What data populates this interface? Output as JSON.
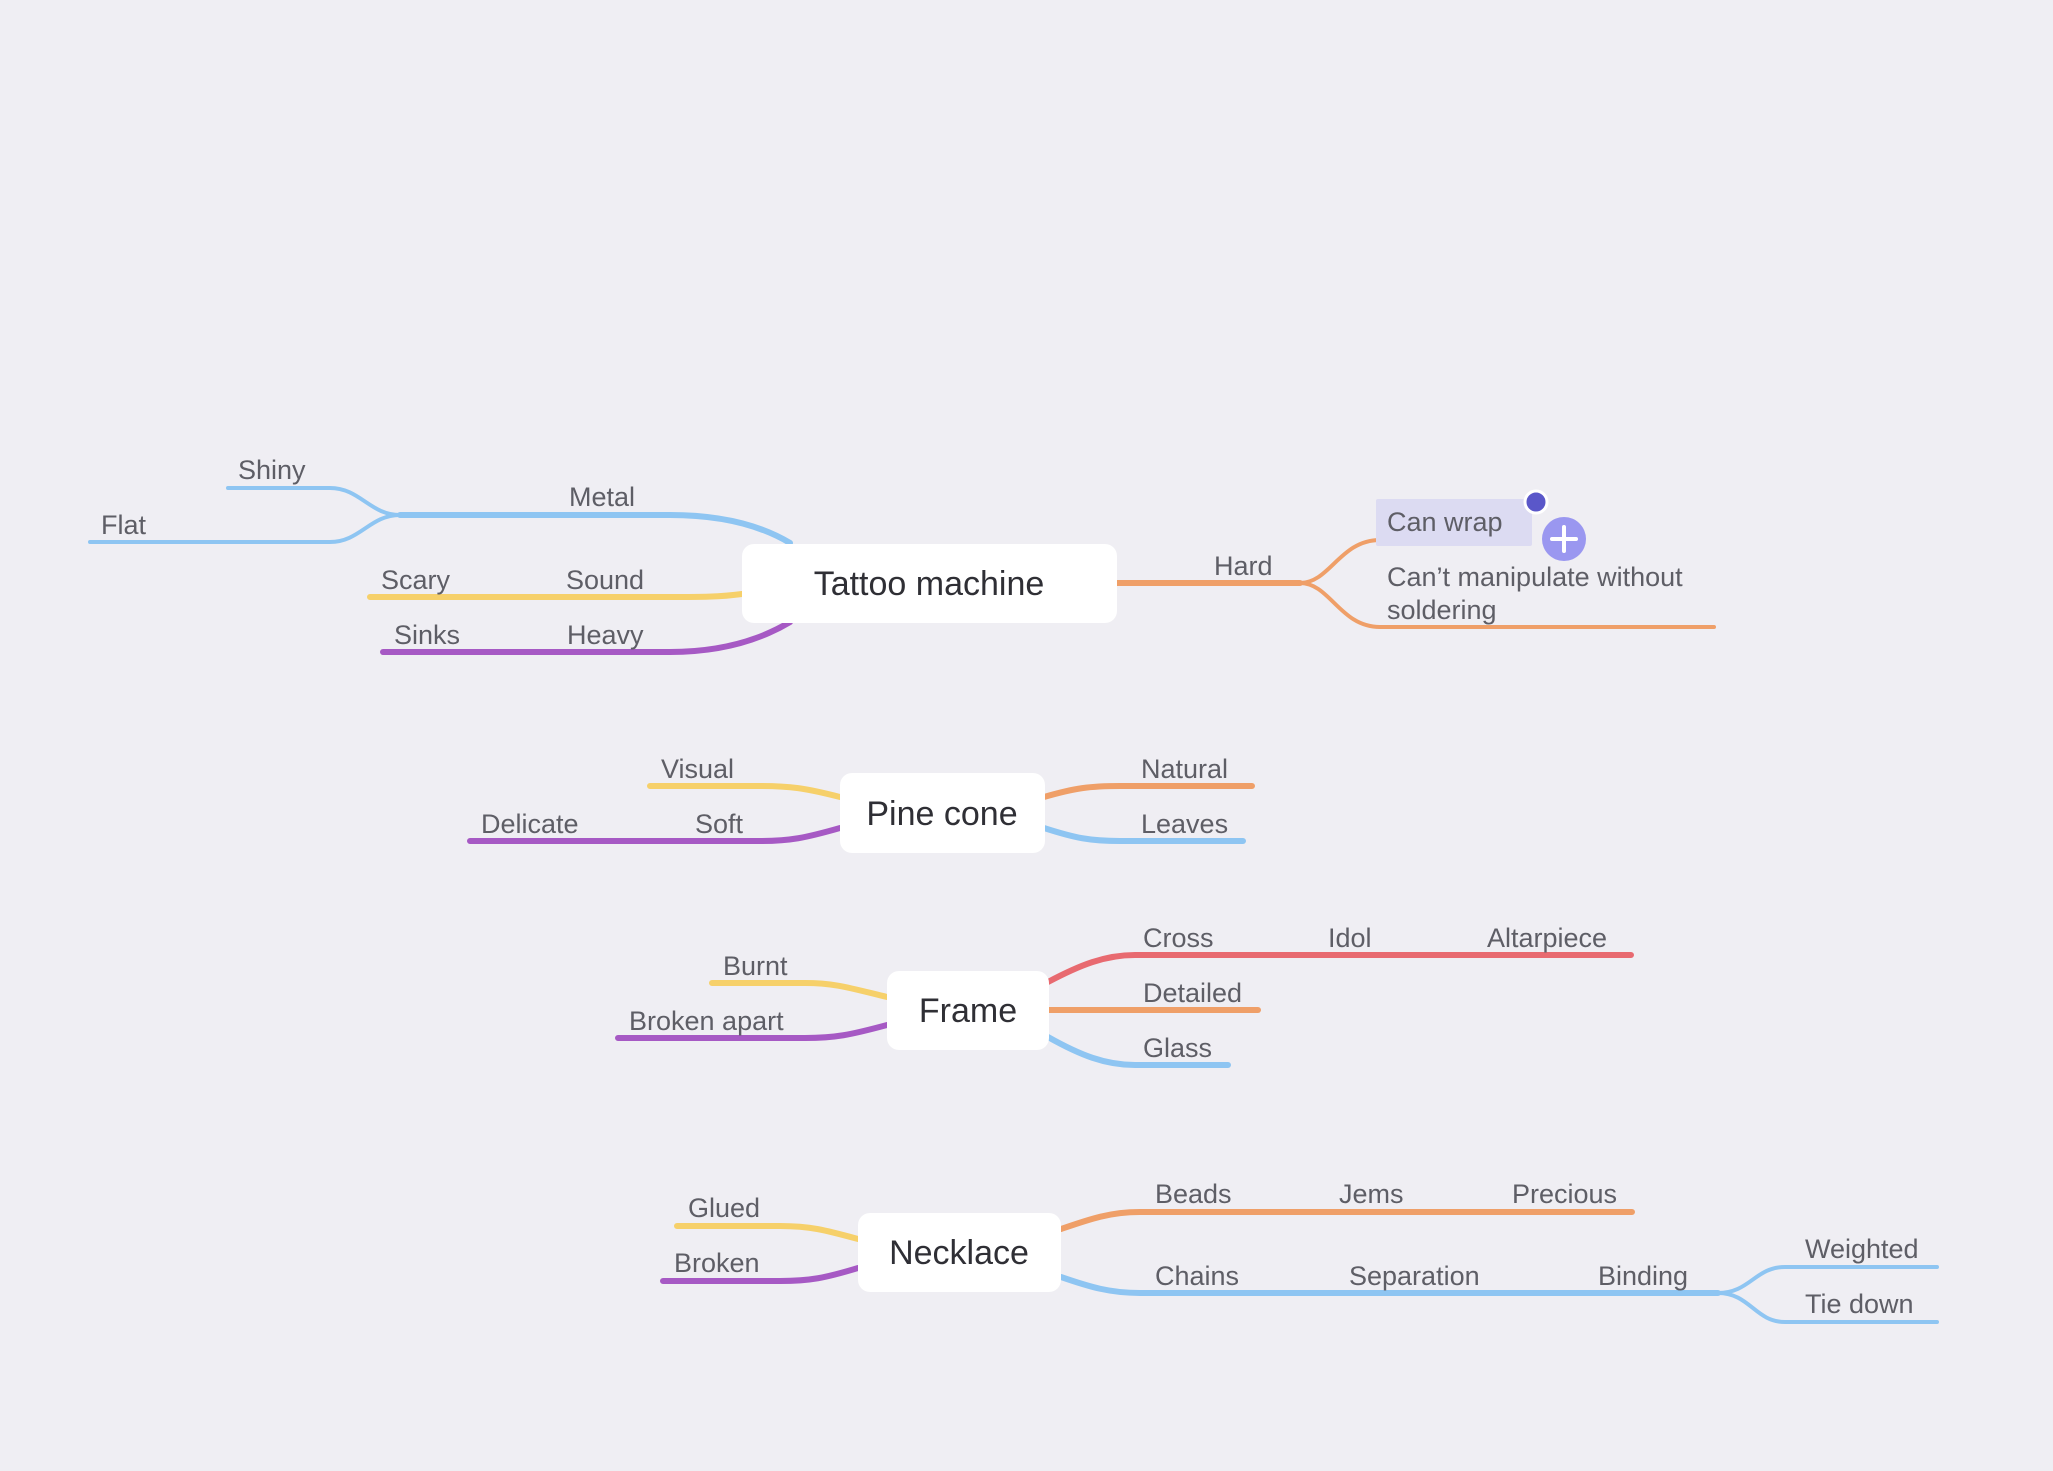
{
  "colors": {
    "background": "#efeef3",
    "blue": "#8ec5f2",
    "orange": "#ef9f68",
    "yellow": "#f6d06a",
    "purple": "#a659c4",
    "red": "#e86a70",
    "selection": "#dcdbf2",
    "handle": "#5a57c9",
    "add_button": "#9a97f0"
  },
  "map": {
    "topics": {
      "tattoo_machine": "Tattoo machine",
      "pine_cone": "Pine cone",
      "frame": "Frame",
      "necklace": "Necklace"
    },
    "tattoo_machine": {
      "metal": "Metal",
      "shiny": "Shiny",
      "flat": "Flat",
      "sound": "Sound",
      "scary": "Scary",
      "heavy": "Heavy",
      "sinks": "Sinks",
      "hard": "Hard",
      "can_wrap": "Can wrap",
      "cant_manipulate_1": "Can’t manipulate without",
      "cant_manipulate_2": "soldering"
    },
    "pine_cone": {
      "visual": "Visual",
      "soft": "Soft",
      "delicate": "Delicate",
      "natural": "Natural",
      "leaves": "Leaves"
    },
    "frame": {
      "burnt": "Burnt",
      "broken_apart": "Broken apart",
      "cross": "Cross",
      "idol": "Idol",
      "altarpiece": "Altarpiece",
      "detailed": "Detailed",
      "glass": "Glass"
    },
    "necklace": {
      "glued": "Glued",
      "broken": "Broken",
      "beads": "Beads",
      "jems": "Jems",
      "precious": "Precious",
      "chains": "Chains",
      "separation": "Separation",
      "binding": "Binding",
      "weighted": "Weighted",
      "tie_down": "Tie down"
    }
  },
  "selection": {
    "selected_node": "Can wrap",
    "handle_icon": "resize-handle-icon",
    "add_icon": "plus-icon"
  }
}
